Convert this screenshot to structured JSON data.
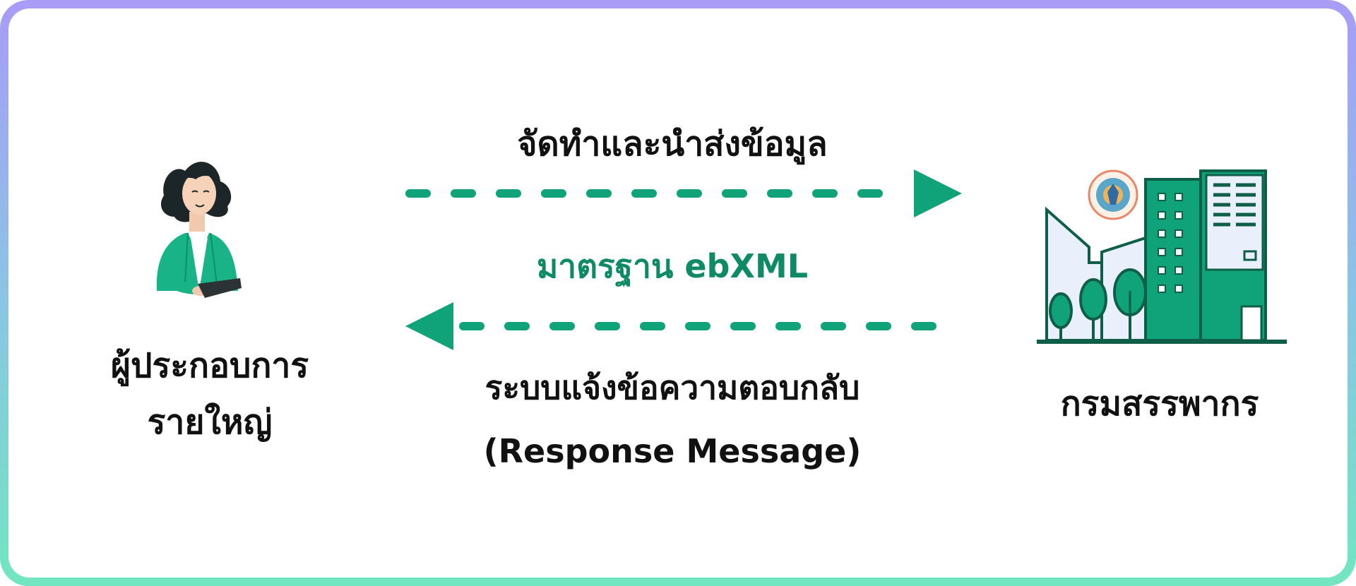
{
  "colors": {
    "accent": "#10a37a",
    "accent_dark": "#0f5e47",
    "standard_text": "#0f8a66",
    "frame_top": "#a89cf6",
    "frame_bottom": "#72e6c0"
  },
  "entities": {
    "operator": {
      "icon": "businesswoman-tablet-icon",
      "label_line1": "ผู้ประกอบการ",
      "label_line2": "รายใหญ่"
    },
    "revenue_department": {
      "icon": "government-building-with-seal-icon",
      "label": "กรมสรรพากร"
    }
  },
  "flows": {
    "send": {
      "label": "จัดทำและนำส่งข้อมูล",
      "direction": "right"
    },
    "standard": {
      "label": "มาตรฐาน ebXML"
    },
    "response": {
      "label_line1": "ระบบแจ้งข้อความตอบกลับ",
      "label_line2": "(Response Message)",
      "direction": "left"
    }
  }
}
